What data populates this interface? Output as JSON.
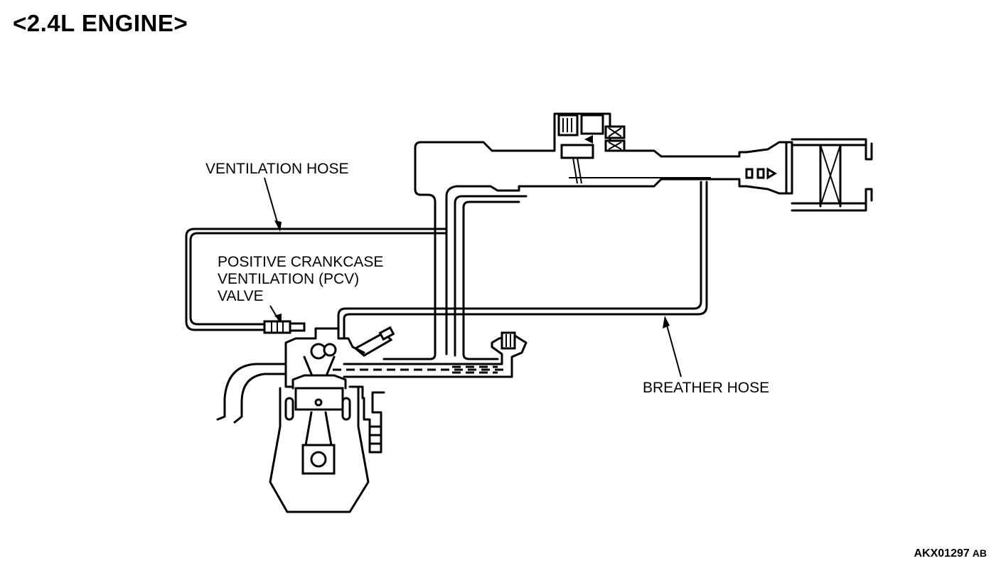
{
  "title": "<2.4L ENGINE>",
  "labels": {
    "ventilation_hose": "VENTILATION HOSE",
    "pcv_valve_line1": "POSITIVE CRANKCASE",
    "pcv_valve_line2": "VENTILATION (PCV)",
    "pcv_valve_line3": "VALVE",
    "breather_hose": "BREATHER HOSE"
  },
  "figure_code": "AKX01297",
  "figure_code_suffix": "AB",
  "colors": {
    "line": "#000000",
    "background": "#ffffff"
  }
}
